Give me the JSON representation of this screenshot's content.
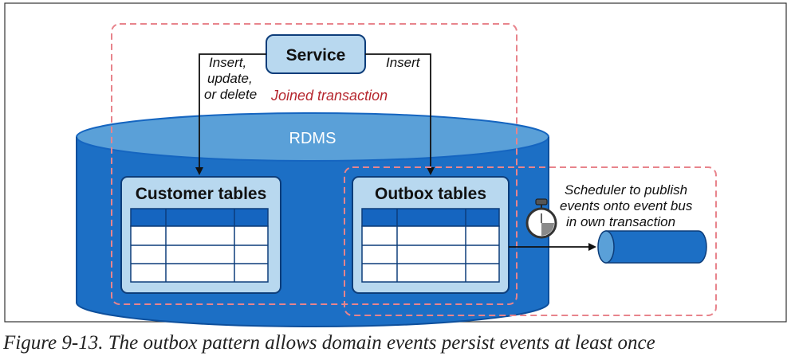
{
  "diagram": {
    "service_label": "Service",
    "left_arrow_label": [
      "Insert,",
      "update,",
      "or delete"
    ],
    "right_arrow_label": "Insert",
    "transaction_label": "Joined transaction",
    "database_label": "RDMS",
    "customer_tables_label": "Customer tables",
    "outbox_tables_label": "Outbox tables",
    "scheduler_label": [
      "Scheduler to publish",
      "events onto event bus",
      "in own transaction"
    ],
    "icons": [
      "stopwatch-icon",
      "event-bus-icon"
    ],
    "colors": {
      "db_blue": "#1c6fc5",
      "db_top": "#5aa0d8",
      "light_blue": "#b8d8ef",
      "dark_blue": "#1565c0",
      "dashed_red": "#e8848c",
      "transaction_red": "#b5262e"
    }
  },
  "caption": "Figure 9-13. The outbox pattern allows domain events persist events at least once"
}
